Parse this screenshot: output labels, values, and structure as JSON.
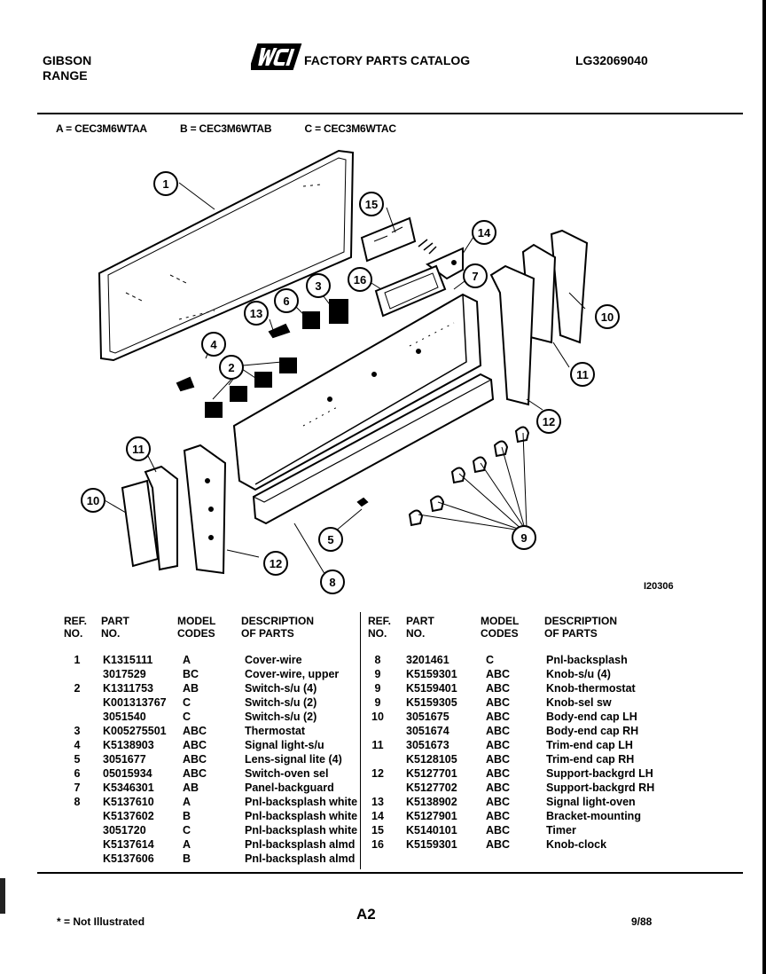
{
  "header": {
    "brand_line1": "GIBSON",
    "brand_line2": "RANGE",
    "logo": "WCI",
    "catalog_title": "FACTORY PARTS CATALOG",
    "catalog_number": "LG32069040"
  },
  "models": [
    "A = CEC3M6WTAA",
    "B = CEC3M6WTAB",
    "C = CEC3M6WTAC"
  ],
  "diagram": {
    "callouts": [
      "1",
      "15",
      "14",
      "7",
      "16",
      "3",
      "6",
      "13",
      "10",
      "4",
      "2",
      "11",
      "12",
      "11",
      "10",
      "12",
      "5",
      "9",
      "8"
    ],
    "figure_code": "I20306"
  },
  "table": {
    "headers": {
      "ref": [
        "REF.",
        "NO."
      ],
      "part": [
        "PART",
        "NO."
      ],
      "model": [
        "MODEL",
        "CODES"
      ],
      "desc": [
        "DESCRIPTION",
        "OF PARTS"
      ]
    },
    "left_rows": [
      {
        "ref": "1",
        "part": "K1315111",
        "code": "A",
        "desc": "Cover-wire"
      },
      {
        "ref": "",
        "part": "3017529",
        "code": "BC",
        "desc": "Cover-wire, upper"
      },
      {
        "ref": "2",
        "part": "K1311753",
        "code": "AB",
        "desc": "Switch-s/u (4)"
      },
      {
        "ref": "",
        "part": "K001313767",
        "code": "C",
        "desc": "Switch-s/u (2)"
      },
      {
        "ref": "",
        "part": "3051540",
        "code": "C",
        "desc": "Switch-s/u (2)"
      },
      {
        "ref": "3",
        "part": "K005275501",
        "code": "ABC",
        "desc": "Thermostat"
      },
      {
        "ref": "4",
        "part": "K5138903",
        "code": "ABC",
        "desc": "Signal light-s/u"
      },
      {
        "ref": "5",
        "part": "3051677",
        "code": "ABC",
        "desc": "Lens-signal lite (4)"
      },
      {
        "ref": "6",
        "part": "05015934",
        "code": "ABC",
        "desc": "Switch-oven sel"
      },
      {
        "ref": "7",
        "part": "K5346301",
        "code": "AB",
        "desc": "Panel-backguard"
      },
      {
        "ref": "8",
        "part": "K5137610",
        "code": "A",
        "desc": "Pnl-backsplash white"
      },
      {
        "ref": "",
        "part": "K5137602",
        "code": "B",
        "desc": "Pnl-backsplash white"
      },
      {
        "ref": "",
        "part": "3051720",
        "code": "C",
        "desc": "Pnl-backsplash white"
      },
      {
        "ref": "",
        "part": "K5137614",
        "code": "A",
        "desc": "Pnl-backsplash almd"
      },
      {
        "ref": "",
        "part": "K5137606",
        "code": "B",
        "desc": "Pnl-backsplash almd"
      }
    ],
    "right_rows": [
      {
        "ref": "8",
        "part": "3201461",
        "code": "C",
        "desc": "Pnl-backsplash"
      },
      {
        "ref": "9",
        "part": "K5159301",
        "code": "ABC",
        "desc": "Knob-s/u (4)"
      },
      {
        "ref": "9",
        "part": "K5159401",
        "code": "ABC",
        "desc": "Knob-thermostat"
      },
      {
        "ref": "9",
        "part": "K5159305",
        "code": "ABC",
        "desc": "Knob-sel sw"
      },
      {
        "ref": "10",
        "part": "3051675",
        "code": "ABC",
        "desc": "Body-end cap LH"
      },
      {
        "ref": "",
        "part": "3051674",
        "code": "ABC",
        "desc": "Body-end cap RH"
      },
      {
        "ref": "11",
        "part": "3051673",
        "code": "ABC",
        "desc": "Trim-end cap LH"
      },
      {
        "ref": "",
        "part": "K5128105",
        "code": "ABC",
        "desc": "Trim-end cap RH"
      },
      {
        "ref": "12",
        "part": "K5127701",
        "code": "ABC",
        "desc": "Support-backgrd LH"
      },
      {
        "ref": "",
        "part": "K5127702",
        "code": "ABC",
        "desc": "Support-backgrd RH"
      },
      {
        "ref": "13",
        "part": "K5138902",
        "code": "ABC",
        "desc": "Signal light-oven"
      },
      {
        "ref": "14",
        "part": "K5127901",
        "code": "ABC",
        "desc": "Bracket-mounting"
      },
      {
        "ref": "15",
        "part": "K5140101",
        "code": "ABC",
        "desc": "Timer"
      },
      {
        "ref": "16",
        "part": "K5159301",
        "code": "ABC",
        "desc": "Knob-clock"
      }
    ]
  },
  "footer": {
    "note": "* = Not Illustrated",
    "page": "A2",
    "date": "9/88"
  }
}
